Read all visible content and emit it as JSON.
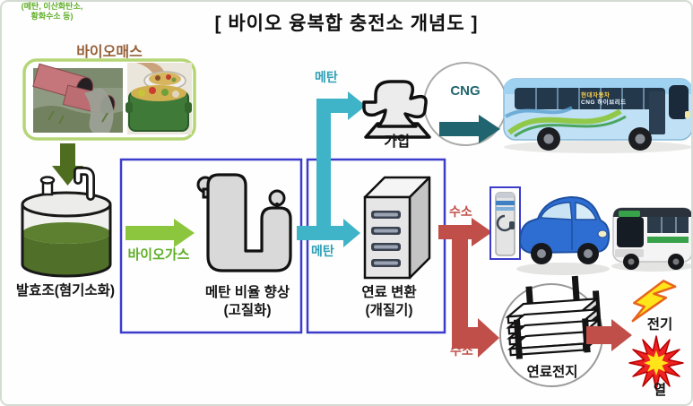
{
  "title": "[ 바이오 융복합 충전소 개념도 ]",
  "nodes": {
    "biomass": {
      "label": "바이오매스"
    },
    "fermenter": {
      "label": "발효조(혐기소화)"
    },
    "upgrader": {
      "label": "메탄 비율 향상",
      "sublabel": "(고질화)"
    },
    "compressor": {
      "label": "가압"
    },
    "reformer": {
      "label": "연료 변환",
      "sublabel": "(개질기)"
    },
    "fuel_cell": {
      "label": "연료전지"
    },
    "electricity": {
      "label": "전기"
    },
    "heat": {
      "label": "열"
    }
  },
  "flows": {
    "biogas": {
      "label": "바이오가스",
      "sub_line1": "(메탄, 이산화탄소,",
      "sub_line2": "황화수소 등)"
    },
    "methane_to_compressor": {
      "label": "메탄"
    },
    "methane_to_reformer": {
      "label": "메탄"
    },
    "cng": {
      "label": "CNG"
    },
    "hydrogen_to_dispenser": {
      "label": "수소"
    },
    "hydrogen_to_fuel_cell": {
      "label": "수소"
    }
  },
  "vehicles": {
    "cng_bus": {
      "markings": [
        "현대자동차",
        "CNG 하이브리드"
      ]
    }
  },
  "colors": {
    "biogas_green": "#8cc63e",
    "dark_green": "#4f6d1f",
    "methane_teal": "#3fb3c8",
    "cng_dark_teal": "#1f646e",
    "hydrogen_red": "#bf4f48",
    "process_box_blue": "#3c3ccc",
    "biomass_border_green": "#b5d676",
    "biomass_label_brown": "#96613a"
  }
}
